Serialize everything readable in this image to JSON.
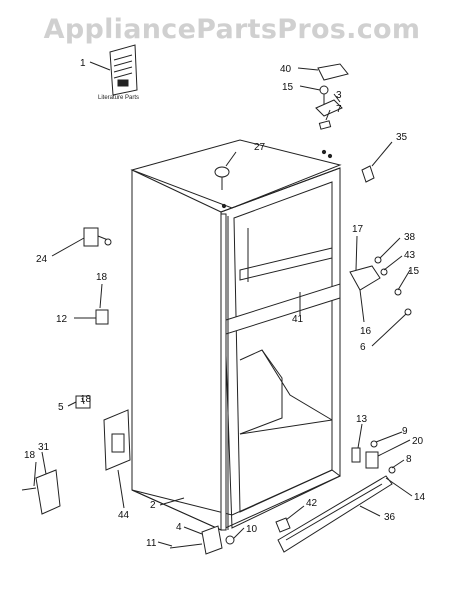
{
  "watermark": "AppliancePartsPros.com",
  "literature_caption": "Literature Parts",
  "callouts": [
    {
      "id": "1",
      "label": "1"
    },
    {
      "id": "40",
      "label": "40"
    },
    {
      "id": "15a",
      "label": "15"
    },
    {
      "id": "3",
      "label": "3"
    },
    {
      "id": "7",
      "label": "7"
    },
    {
      "id": "27",
      "label": "27"
    },
    {
      "id": "35",
      "label": "35"
    },
    {
      "id": "24",
      "label": "24"
    },
    {
      "id": "17",
      "label": "17"
    },
    {
      "id": "38",
      "label": "38"
    },
    {
      "id": "43",
      "label": "43"
    },
    {
      "id": "15b",
      "label": "15"
    },
    {
      "id": "18a",
      "label": "18"
    },
    {
      "id": "12",
      "label": "12"
    },
    {
      "id": "41",
      "label": "41"
    },
    {
      "id": "16",
      "label": "16"
    },
    {
      "id": "6",
      "label": "6"
    },
    {
      "id": "18b",
      "label": "18"
    },
    {
      "id": "5",
      "label": "5"
    },
    {
      "id": "31",
      "label": "31"
    },
    {
      "id": "18c",
      "label": "18"
    },
    {
      "id": "13",
      "label": "13"
    },
    {
      "id": "9",
      "label": "9"
    },
    {
      "id": "20",
      "label": "20"
    },
    {
      "id": "8",
      "label": "8"
    },
    {
      "id": "14",
      "label": "14"
    },
    {
      "id": "44",
      "label": "44"
    },
    {
      "id": "2",
      "label": "2"
    },
    {
      "id": "42",
      "label": "42"
    },
    {
      "id": "36",
      "label": "36"
    },
    {
      "id": "4",
      "label": "4"
    },
    {
      "id": "10",
      "label": "10"
    },
    {
      "id": "11",
      "label": "11"
    }
  ]
}
